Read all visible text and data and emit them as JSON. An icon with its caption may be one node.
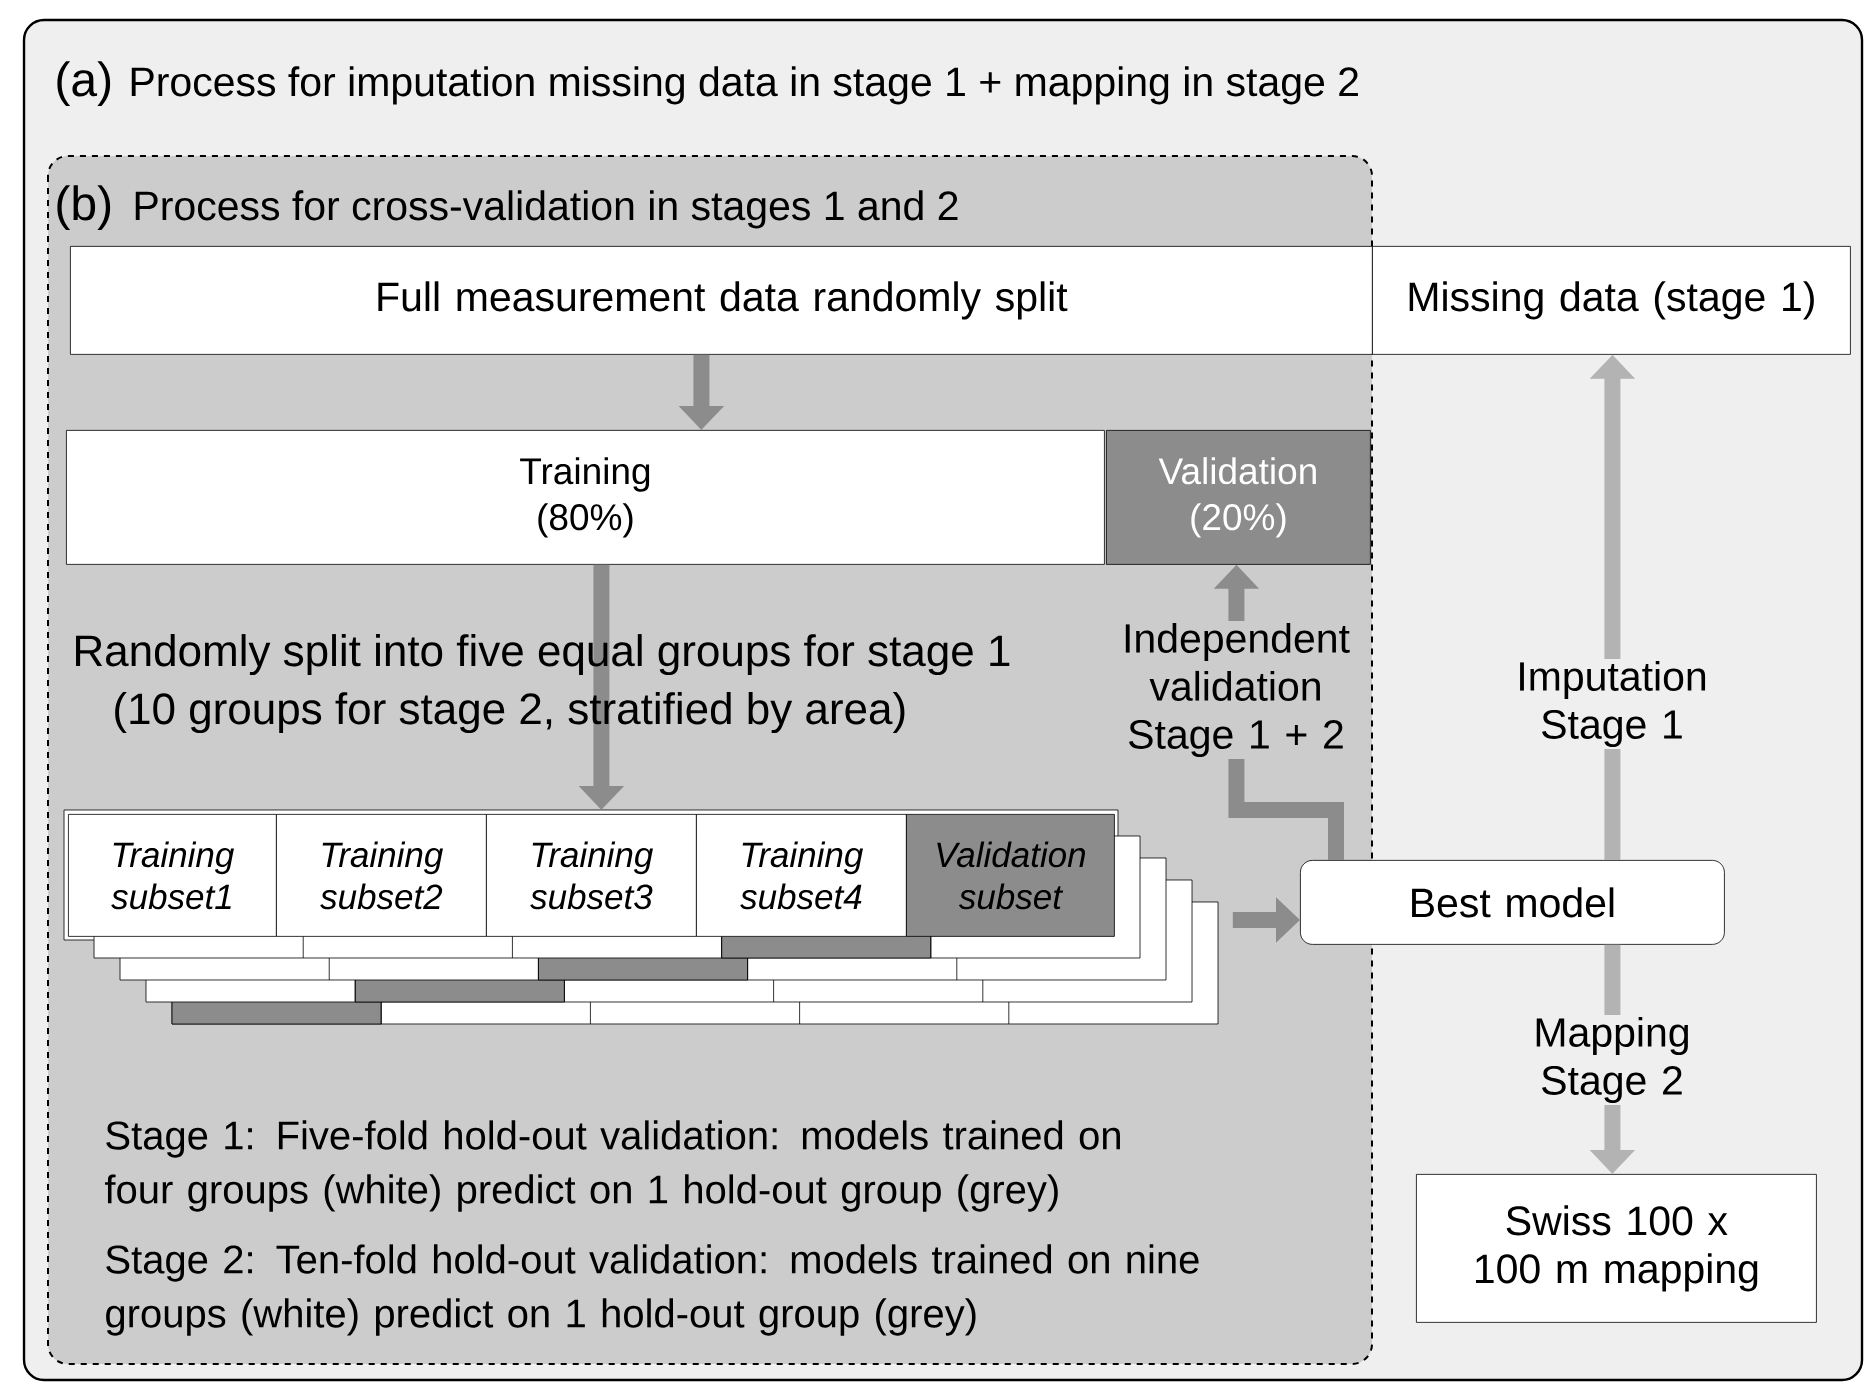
{
  "diagram": {
    "nodes": [
      {
        "text": [
          "(a)",
          "Process for imputation missing data in stage 1 + mapping in stage 2"
        ]
      },
      {
        "text": [
          "(b)",
          "Process for cross-validation in stages 1 and 2"
        ],
        "in": 0
      },
      {
        "text": [
          "Full measurement data randomly split"
        ],
        "in": 1
      },
      {
        "text": [
          "Missing data (stage 1)"
        ],
        "in": 0
      },
      {
        "text": [
          "Training (80%)"
        ],
        "in": 1
      },
      {
        "text": [
          "Validation (20%)"
        ],
        "in": 1
      },
      {
        "text": [],
        "shape": "box",
        "in": 1
      },
      {
        "text": [
          "Training subset1"
        ],
        "in": 6
      },
      {
        "text": [
          "Training subset2"
        ],
        "in": 6
      },
      {
        "text": [
          "Training subset3"
        ],
        "in": 6
      },
      {
        "text": [
          "Training subset4"
        ],
        "in": 6
      },
      {
        "text": [
          "Validation subset"
        ],
        "in": 6
      },
      {
        "text": [
          "Best model"
        ],
        "in": 0
      },
      {
        "text": [
          "Swiss 100 x 100 m mapping"
        ],
        "in": 0
      }
    ],
    "edges": [
      {
        "from": 2,
        "to": 4,
        "arrow": "to"
      },
      {
        "from": 4,
        "to": 6,
        "arrow": "to"
      },
      {
        "from": 6,
        "to": 12,
        "arrow": "to"
      },
      {
        "from": 12,
        "to": 5,
        "arrow": "to",
        "label": "Independent validation Stage 1 + 2"
      },
      {
        "from": 12,
        "to": 3,
        "arrow": "to",
        "label": "Imputation Stage 1",
        "color": "#b3b3b3"
      },
      {
        "from": 12,
        "to": 13,
        "arrow": "to",
        "label": "Mapping Stage 2",
        "color": "#b3b3b3"
      }
    ],
    "labels": [
      "Randomly split into five equal groups for stage 1",
      "(10 groups for stage 2, stratified by area)",
      "Stage 1: Five-fold hold-out validation: models trained on four groups (white) predict on 1 hold-out group (grey)",
      "Stage 2: Ten-fold hold-out validation: models trained on nine groups (white) predict on 1 hold-out group (grey)"
    ]
  }
}
